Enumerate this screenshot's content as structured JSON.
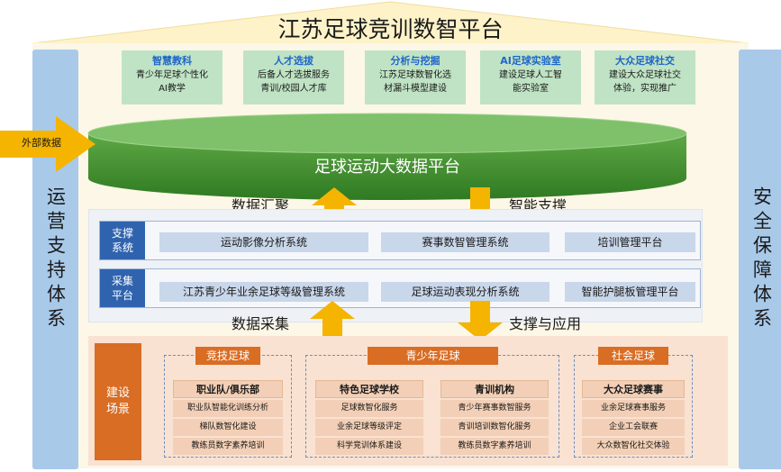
{
  "title": "江苏足球竞训数智平台",
  "left_pillar": "运营支持体系",
  "right_pillar": "安全保障体系",
  "apps": [
    {
      "title": "智慧教科",
      "desc1": "青少年足球个性化",
      "desc2": "AI教学"
    },
    {
      "title": "人才选拔",
      "desc1": "后备人才选拔服务",
      "desc2": "青训/校园人才库"
    },
    {
      "title": "分析与挖掘",
      "desc1": "江苏足球数智化选",
      "desc2": "材漏斗模型建设"
    },
    {
      "title": "AI足球实验室",
      "desc1": "建设足球人工智",
      "desc2": "能实验室"
    },
    {
      "title": "大众足球社交",
      "desc1": "建设大众足球社交",
      "desc2": "体验，实现推广"
    }
  ],
  "platform": "足球运动大数据平台",
  "external_data": "外部数据",
  "flows": {
    "aggregate": "数据汇聚",
    "support": "智能支撑",
    "collect": "数据采集",
    "apply": "支撑与应用"
  },
  "support_layer": {
    "tag": "支撑系统",
    "systems": [
      "运动影像分析系统",
      "赛事数智管理系统",
      "培训管理平台"
    ]
  },
  "collect_layer": {
    "tag": "采集平台",
    "systems": [
      "江苏青少年业余足球等级管理系统",
      "足球运动表现分析系统",
      "智能护腿板管理平台"
    ]
  },
  "scenes": {
    "tag": "建设场景",
    "competitive": {
      "label": "竞技足球",
      "head": "职业队/俱乐部",
      "items": [
        "职业队智能化训练分析",
        "梯队数智化建设",
        "教练员数字素养培训"
      ]
    },
    "youth": {
      "label": "青少年足球",
      "col1": {
        "head": "特色足球学校",
        "items": [
          "足球数智化服务",
          "业余足球等级评定",
          "科学竞训体系建设"
        ]
      },
      "col2": {
        "head": "青训机构",
        "items": [
          "青少年赛事数智服务",
          "青训培训数智化服务",
          "教练员数字素养培训"
        ]
      }
    },
    "social": {
      "label": "社会足球",
      "head": "大众足球赛事",
      "items": [
        "业余足球赛事服务",
        "企业工会联赛",
        "大众数智化社交体验"
      ]
    }
  },
  "colors": {
    "roof": "#fdf2c8",
    "pillar": "#a9c9e9",
    "app_bg": "#bfe3c4",
    "app_title": "#1f66c9",
    "platform_green": "#3f8c2e",
    "arrow": "#f4b400",
    "layer_tag": "#2f63ae",
    "scene_orange": "#d96d24"
  }
}
